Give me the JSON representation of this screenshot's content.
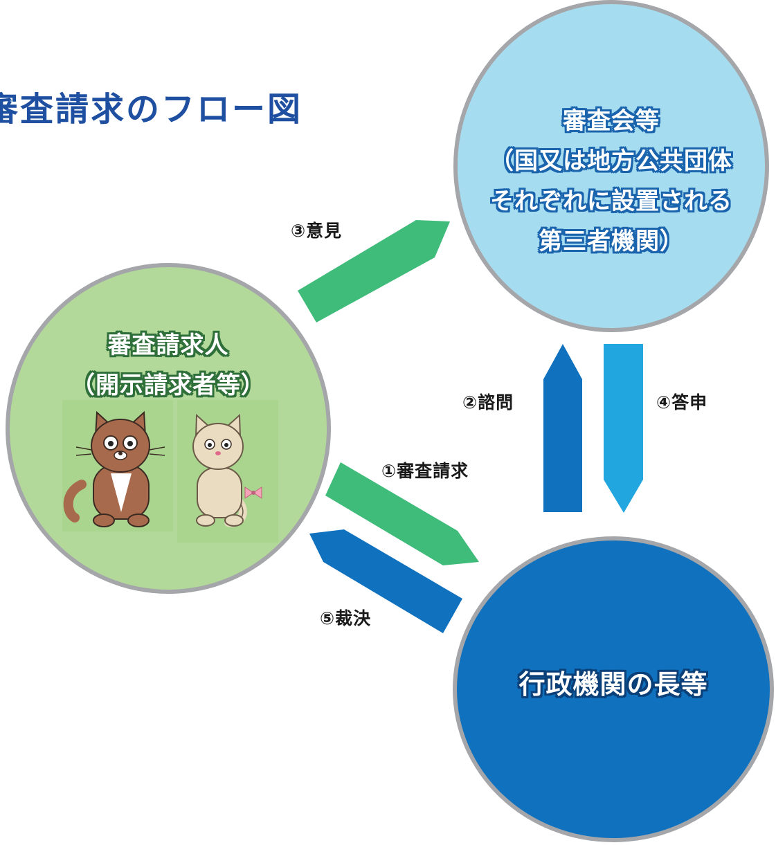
{
  "title": "審査請求のフロー図",
  "nodes": {
    "council": {
      "lines": [
        "審査会等",
        "（国又は地方公共団体",
        "それぞれに設置される",
        "第三者機関）"
      ],
      "fill": "#a6dcef"
    },
    "applicant": {
      "lines": [
        "審査請求人",
        "（開示請求者等）"
      ],
      "fill": "#b3d99a"
    },
    "agency": {
      "lines": [
        "行政機関の長等"
      ],
      "fill": "#1071be"
    }
  },
  "flows": {
    "request": "①審査請求",
    "inquiry": "②諮問",
    "opinion": "③意見",
    "report": "④答申",
    "decision": "⑤裁決"
  },
  "colors": {
    "green_arrow": "#3fbb7a",
    "dark_blue_arrow": "#1071be",
    "light_blue_arrow": "#21a6e0",
    "circle_border": "#a4a6a9"
  }
}
